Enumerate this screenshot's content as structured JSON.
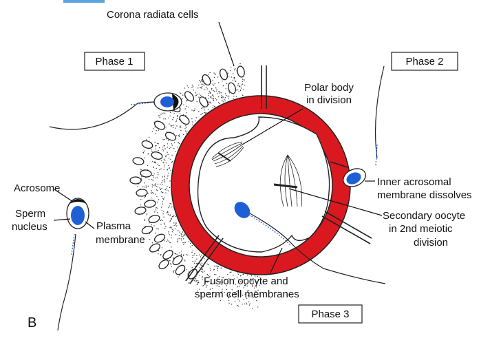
{
  "figure_letter": "B",
  "phases": [
    "Phase 1",
    "Phase 2",
    "Phase 3"
  ],
  "labels": {
    "corona_radiata": "Corona radiata cells",
    "polar_body_line1": "Polar body",
    "polar_body_line2": "in division",
    "acrosome": "Acrosome",
    "sperm_nucleus_line1": "Sperm",
    "sperm_nucleus_line2": "nucleus",
    "plasma_membrane_line1": "Plasma",
    "plasma_membrane_line2": "membrane",
    "inner_acrosomal_line1": "Inner acrosomal",
    "inner_acrosomal_line2": "membrane dissolves",
    "secondary_oocyte_line1": "Secondary oocyte",
    "secondary_oocyte_line2": "in 2nd meiotic",
    "secondary_oocyte_line3": "division",
    "fusion_line1": "Fusion oocyte and",
    "fusion_line2": "sperm cell membranes"
  },
  "colors": {
    "zona_pellucida": "#d9191f",
    "sperm_nucleus": "#1f5fd6",
    "acrosome": "#111111",
    "outline": "#222222",
    "accent_bar": "#5aa3e0"
  }
}
